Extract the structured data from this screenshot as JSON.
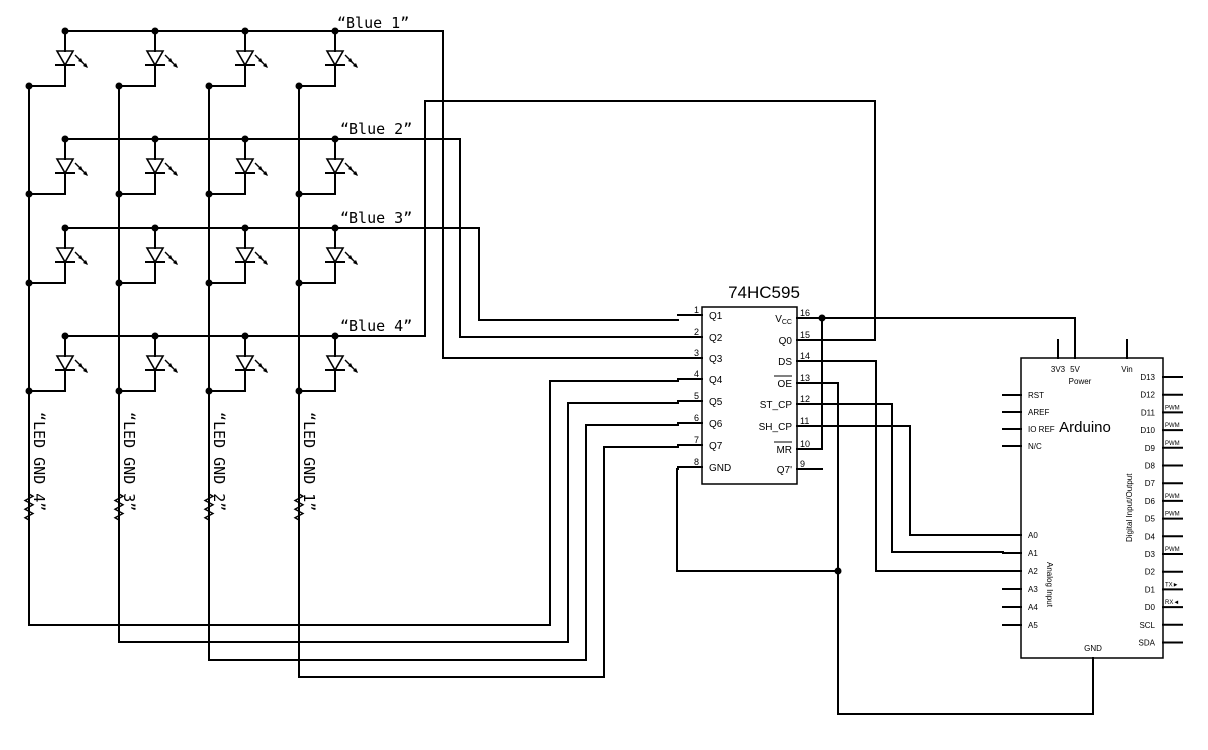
{
  "rows": [
    {
      "label": "“Blue 1”"
    },
    {
      "label": "“Blue 2”"
    },
    {
      "label": "“Blue 3”"
    },
    {
      "label": "“Blue 4”"
    }
  ],
  "columns": [
    {
      "label": "“LED GND 4”"
    },
    {
      "label": "“LED GND 3”"
    },
    {
      "label": "“LED GND 2”"
    },
    {
      "label": "“LED GND 1”"
    }
  ],
  "shift_register": {
    "name": "74HC595",
    "left_pins": [
      {
        "num": "1",
        "label": "Q1"
      },
      {
        "num": "2",
        "label": "Q2"
      },
      {
        "num": "3",
        "label": "Q3"
      },
      {
        "num": "4",
        "label": "Q4"
      },
      {
        "num": "5",
        "label": "Q5"
      },
      {
        "num": "6",
        "label": "Q6"
      },
      {
        "num": "7",
        "label": "Q7"
      },
      {
        "num": "8",
        "label": "GND"
      }
    ],
    "right_pins": [
      {
        "num": "16",
        "label": "V",
        "sub": "CC"
      },
      {
        "num": "15",
        "label": "Q0"
      },
      {
        "num": "14",
        "label": "DS"
      },
      {
        "num": "13",
        "label": "OE"
      },
      {
        "num": "12",
        "label": "ST_CP"
      },
      {
        "num": "11",
        "label": "SH_CP"
      },
      {
        "num": "10",
        "label": "MR"
      },
      {
        "num": "9",
        "label": "Q7'"
      }
    ]
  },
  "arduino": {
    "name": "Arduino",
    "power_label": "Power",
    "top_pins": [
      "3V3",
      "5V",
      "Vin"
    ],
    "left_top_pins": [
      "RST",
      "AREF",
      "IO REF",
      "N/C"
    ],
    "analog_pins": [
      "A0",
      "A1",
      "A2",
      "A3",
      "A4",
      "A5"
    ],
    "analog_label": "Analog Input",
    "digital_label": "Digital Input/Output",
    "digital_pins": [
      "D13",
      "D12",
      "D11",
      "D10",
      "D9",
      "D8",
      "D7",
      "D6",
      "D5",
      "D4",
      "D3",
      "D2",
      "D1",
      "D0",
      "SCL",
      "SDA"
    ],
    "pwm_label": "PWM",
    "tx_label": "TX►",
    "rx_label": "RX◄",
    "gnd_label": "GND"
  }
}
